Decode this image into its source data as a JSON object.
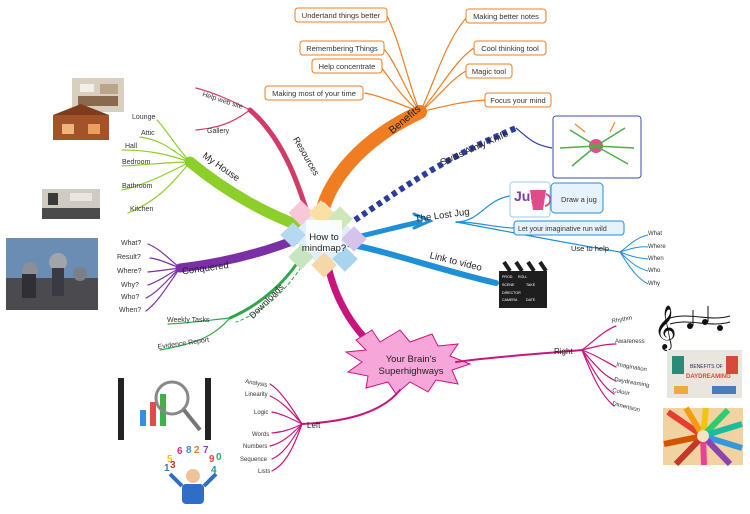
{
  "center": {
    "line1": "How to",
    "line2": "mindmap?"
  },
  "benefits": {
    "label": "Benefits",
    "items": [
      "Undertand things better",
      "Remembering Things",
      "Help concentrate",
      "Making most of your time",
      "Making better notes",
      "Cool thinking tool",
      "Magic tool",
      "Focus your mind"
    ]
  },
  "resources": {
    "label": "Resources",
    "items": [
      "Help web site",
      "Gallery"
    ]
  },
  "my_house": {
    "label": "My House",
    "items": [
      "Lounge",
      "Attic",
      "Hall",
      "Bedroom",
      "Bathroom",
      "Kitchen"
    ]
  },
  "conquered": {
    "label": "Conquered",
    "items": [
      "What?",
      "Result?",
      "Where?",
      "Why?",
      "Who?",
      "When?"
    ]
  },
  "downloads": {
    "label": "Downloads",
    "items": [
      "Weekly Tasks",
      "Evidence Report"
    ]
  },
  "swiss": {
    "label": "Swiss Army Knife"
  },
  "lost_jug": {
    "label": "The Lost Jug",
    "jug_text": "Jug",
    "items": [
      "Draw a jug",
      "Let your imaginative run wild"
    ]
  },
  "use_to_help": {
    "label": "Use to help",
    "items": [
      "What",
      "Where",
      "When",
      "Who",
      "Why"
    ]
  },
  "video": {
    "label": "Link to video",
    "clapper_labels": [
      "PROD.",
      "ROLL",
      "SCENE",
      "TAKE",
      "DIRECTOR",
      "CAMERA",
      "DATE"
    ]
  },
  "brain": {
    "line1": "Your Brain's",
    "line2": "Superhighways"
  },
  "right": {
    "label": "Right",
    "items": [
      "Rhythm",
      "Awareness",
      "Imagination",
      "Daydreaming",
      "Colour",
      "Dimension"
    ]
  },
  "left": {
    "label": "Left",
    "items": [
      "Analysis",
      "Linearity",
      "Logic",
      "Words",
      "Numbers",
      "Sequence",
      "Lists"
    ]
  },
  "daydream_card": {
    "line1": "BENEFITS OF",
    "line2": "DAYDREAMING"
  },
  "numbers_img": {
    "digits": [
      "6",
      "8",
      "2",
      "7",
      "9",
      "0",
      "5",
      "1",
      "3",
      "4"
    ]
  },
  "colors": {
    "benefits": "#f07d22",
    "resources": "#d23a67",
    "house": "#8ccf2a",
    "conquered": "#7b2fa6",
    "downloads": "#2ea84a",
    "swiss": "#2b3c9e",
    "jug": "#1f8fd8",
    "brain": "#c8157e",
    "brain_fill": "#f7a6da"
  }
}
